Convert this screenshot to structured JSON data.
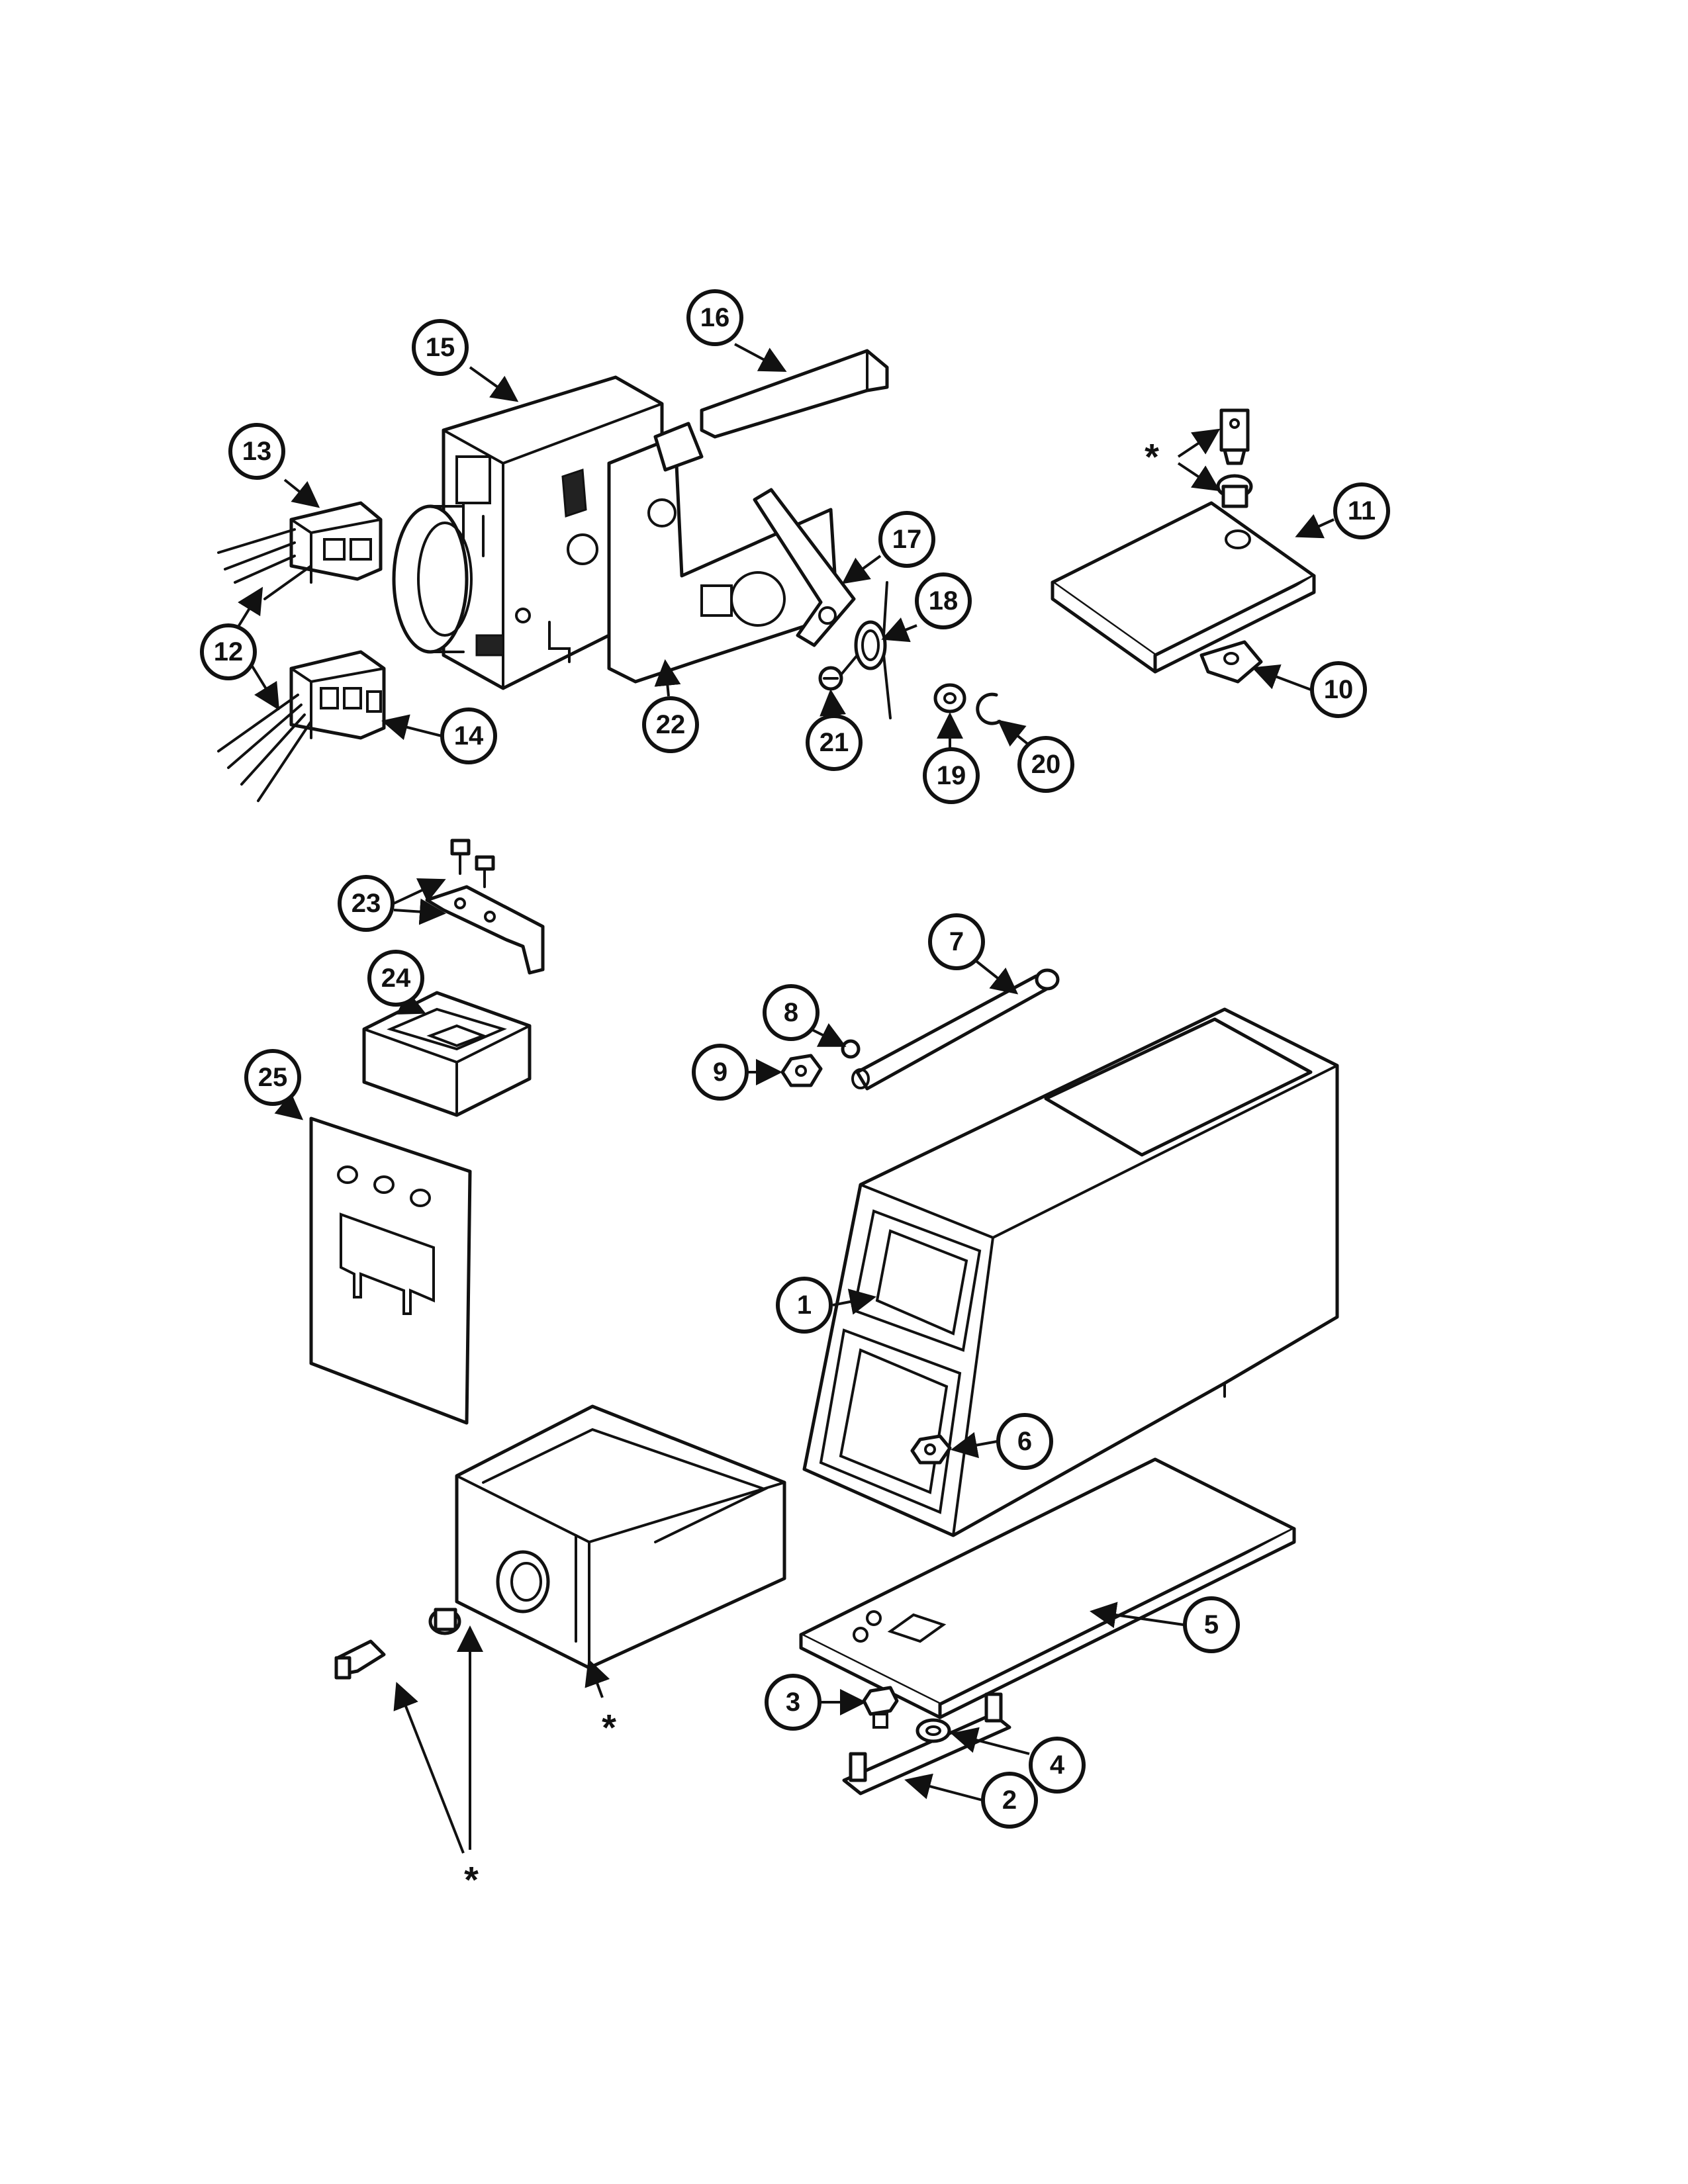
{
  "callouts": [
    {
      "label": "1"
    },
    {
      "label": "2"
    },
    {
      "label": "3"
    },
    {
      "label": "4"
    },
    {
      "label": "5"
    },
    {
      "label": "6"
    },
    {
      "label": "7"
    },
    {
      "label": "8"
    },
    {
      "label": "9"
    },
    {
      "label": "10"
    },
    {
      "label": "11"
    },
    {
      "label": "12"
    },
    {
      "label": "13"
    },
    {
      "label": "14"
    },
    {
      "label": "15"
    },
    {
      "label": "16"
    },
    {
      "label": "17"
    },
    {
      "label": "18"
    },
    {
      "label": "19"
    },
    {
      "label": "20"
    },
    {
      "label": "21"
    },
    {
      "label": "22"
    },
    {
      "label": "23"
    },
    {
      "label": "24"
    },
    {
      "label": "25"
    }
  ],
  "asterisk_note": "*"
}
